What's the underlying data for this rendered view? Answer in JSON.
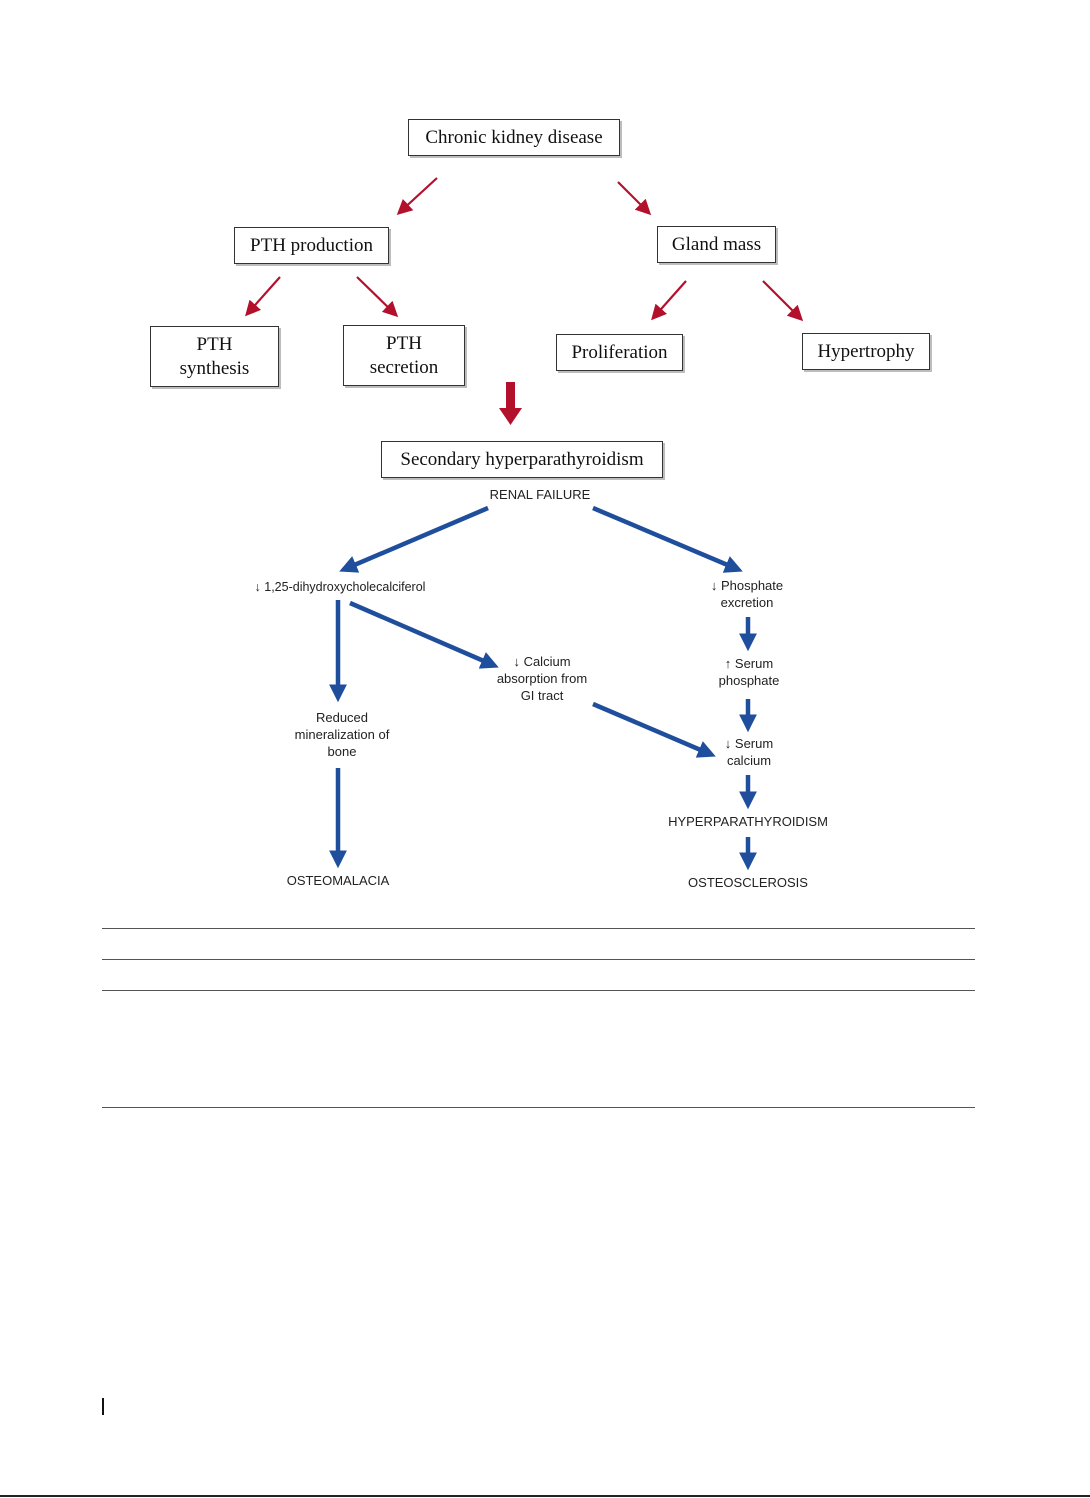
{
  "top_chart": {
    "root": "Chronic kidney disease",
    "pth_production": "PTH production",
    "gland_mass": "Gland mass",
    "pth_synthesis": "PTH synthesis",
    "pth_secretion": "PTH secretion",
    "proliferation": "Proliferation",
    "hypertrophy": "Hypertrophy",
    "result": "Secondary hyperparathyroidism",
    "arrow_color": "#b3102c"
  },
  "bottom_chart": {
    "renal_failure": "RENAL FAILURE",
    "dihydroxy": "↓ 1,25-dihydroxycholecalciferol",
    "phosphate_excretion": "↓ Phosphate excretion",
    "calcium_absorption": "↓ Calcium absorption from GI tract",
    "serum_phosphate": "↑ Serum phosphate",
    "reduced_mineralization": "Reduced mineralization of bone",
    "serum_calcium": "↓ Serum calcium",
    "hyperparathyroidism": "HYPERPARATHYROIDISM",
    "osteomalacia": "OSTEOMALACIA",
    "osteosclerosis": "OSTEOSCLEROSIS",
    "arrow_color": "#1f4e9c"
  }
}
